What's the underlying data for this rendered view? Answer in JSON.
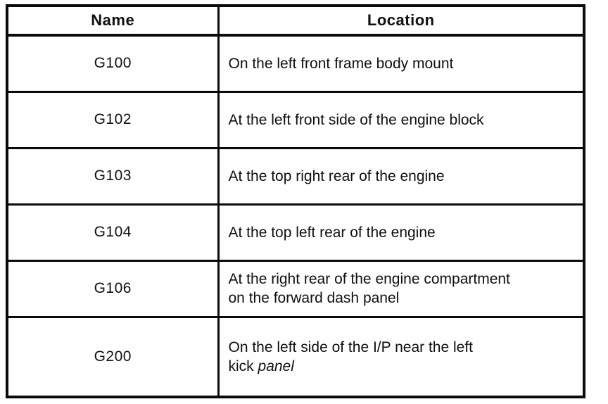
{
  "colors": {
    "border": "#0b0b0b",
    "paper": "#fefefe",
    "text": "#101010"
  },
  "table": {
    "headers": {
      "name": "Name",
      "location": "Location"
    },
    "rows": [
      {
        "name": "G100",
        "location": "On the left front frame body mount",
        "location_line1": "On the left front frame body mount"
      },
      {
        "name": "G102",
        "location": "At the left front side of the engine block",
        "location_line1": "At the left front side of the engine block"
      },
      {
        "name": "G103",
        "location": "At the top right rear of the engine",
        "location_line1": "At the top right rear of the engine"
      },
      {
        "name": "G104",
        "location": "At the top left rear of the engine",
        "location_line1": "At the top left rear of the engine"
      },
      {
        "name": "G106",
        "location": "At the right rear of the engine compartment on the forward dash panel",
        "location_line1": "At the right rear of the engine compartment",
        "location_line2": "on the forward dash panel"
      },
      {
        "name": "G200",
        "location": "On the left side of the I/P near the left kick panel",
        "location_line1": "On the left side of the I/P near the left",
        "location_line2": "kick",
        "location_line2_italic": "panel"
      }
    ]
  }
}
